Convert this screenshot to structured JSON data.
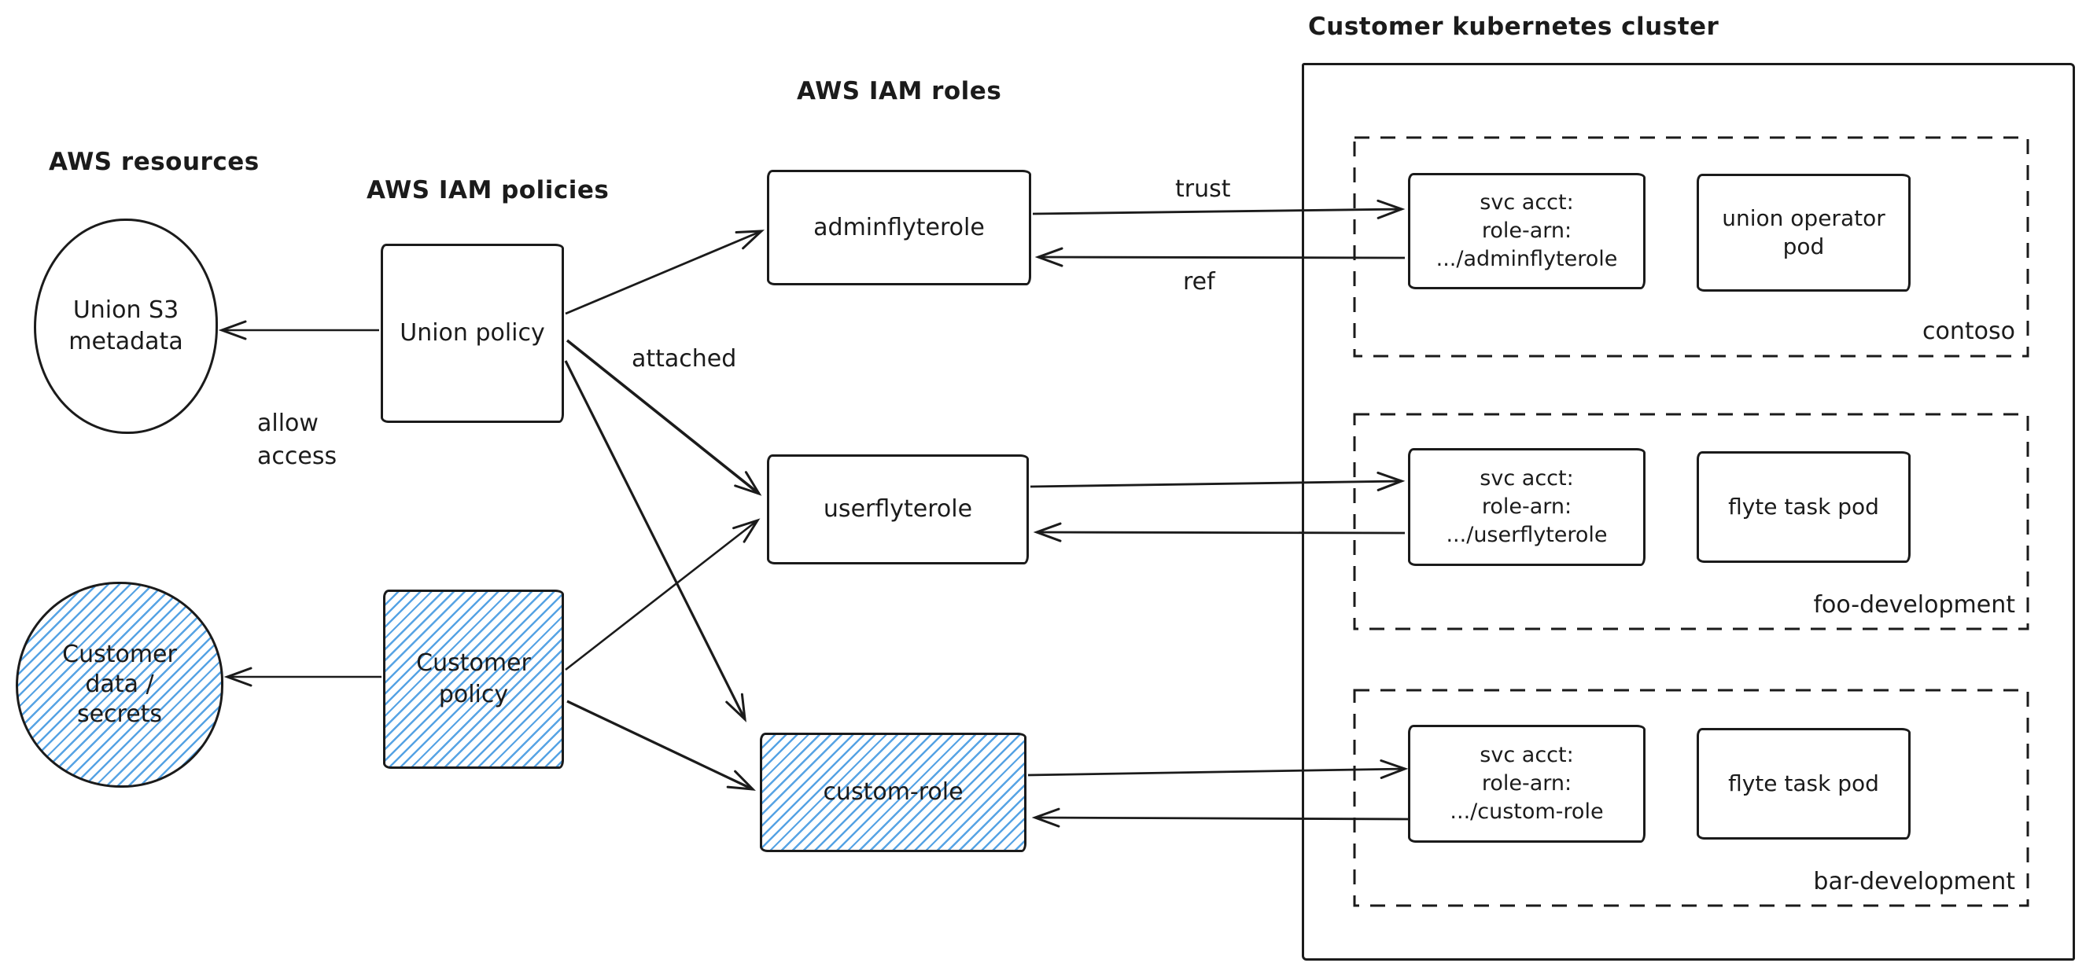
{
  "colors": {
    "background": "#ffffff",
    "ink": "#1b1b1b",
    "hatch_blue": "#4d9ee3"
  },
  "headings": {
    "aws_resources": "AWS resources",
    "aws_iam_policies": "AWS IAM policies",
    "aws_iam_roles": "AWS IAM roles",
    "cluster_title": "Customer kubernetes cluster"
  },
  "edge_labels": {
    "allow_access": [
      "allow",
      "access"
    ],
    "attached": "attached",
    "trust": "trust",
    "ref": "ref"
  },
  "aws_resources": {
    "union_s3": [
      "Union S3",
      "metadata"
    ],
    "customer_data": [
      "Customer",
      "data /",
      "secrets"
    ]
  },
  "policies": {
    "union_policy": "Union policy",
    "customer_policy": [
      "Customer",
      "policy"
    ]
  },
  "roles": {
    "adminflyterole": "adminflyterole",
    "userflyterole": "userflyterole",
    "custom_role": "custom-role"
  },
  "cluster": {
    "namespaces": [
      {
        "name": "contoso",
        "svc_acct": [
          "svc acct:",
          "role-arn:",
          ".../adminflyterole"
        ],
        "pod": [
          "union operator",
          "pod"
        ]
      },
      {
        "name": "foo-development",
        "svc_acct": [
          "svc acct:",
          "role-arn:",
          ".../userflyterole"
        ],
        "pod": [
          "flyte task pod"
        ]
      },
      {
        "name": "bar-development",
        "svc_acct": [
          "svc acct:",
          "role-arn:",
          ".../custom-role"
        ],
        "pod": [
          "flyte task pod"
        ]
      }
    ]
  }
}
